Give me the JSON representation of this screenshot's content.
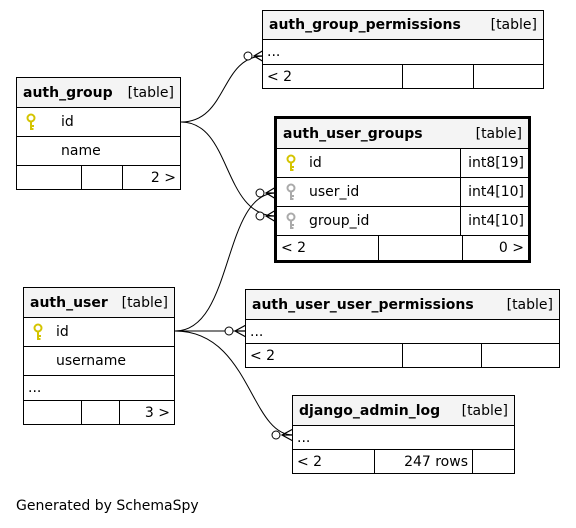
{
  "colors": {
    "primary_key": "#d4c400",
    "foreign_key": "#aaaaaa"
  },
  "tables": {
    "auth_group_permissions": {
      "name": "auth_group_permissions",
      "kind": "[table]",
      "more": "...",
      "footer": [
        "< 2",
        "",
        ""
      ]
    },
    "auth_group": {
      "name": "auth_group",
      "kind": "[table]",
      "columns": [
        {
          "key": "primary-key",
          "name": "id"
        },
        {
          "key": "",
          "name": "name"
        }
      ],
      "footer": [
        "",
        "",
        "2 >"
      ]
    },
    "auth_user_groups": {
      "name": "auth_user_groups",
      "kind": "[table]",
      "columns": [
        {
          "key": "primary-key",
          "name": "id",
          "type": "int8[19]"
        },
        {
          "key": "foreign-key",
          "name": "user_id",
          "type": "int4[10]"
        },
        {
          "key": "foreign-key",
          "name": "group_id",
          "type": "int4[10]"
        }
      ],
      "footer": [
        "< 2",
        "",
        "0 >"
      ]
    },
    "auth_user": {
      "name": "auth_user",
      "kind": "[table]",
      "columns": [
        {
          "key": "primary-key",
          "name": "id"
        },
        {
          "key": "",
          "name": "username"
        }
      ],
      "more": "...",
      "footer": [
        "",
        "",
        "3 >"
      ]
    },
    "auth_user_user_permissions": {
      "name": "auth_user_user_permissions",
      "kind": "[table]",
      "more": "...",
      "footer": [
        "< 2",
        "",
        ""
      ]
    },
    "django_admin_log": {
      "name": "django_admin_log",
      "kind": "[table]",
      "more": "...",
      "footer": [
        "< 2",
        "247 rows",
        ""
      ]
    }
  },
  "caption": "Generated by SchemaSpy"
}
